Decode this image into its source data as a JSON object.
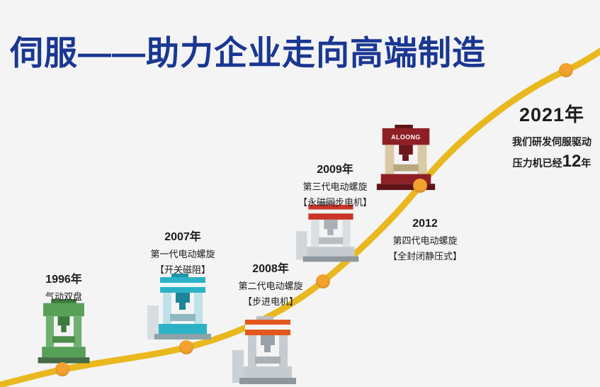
{
  "title": "伺服——助力企业走向高端制造",
  "milestones": [
    {
      "year": "1996年",
      "line1": "气动双盘"
    },
    {
      "year": "2007年",
      "line1": "第一代电动螺旋",
      "line2": "【开关磁阻】"
    },
    {
      "year": "2008年",
      "line1": "第二代电动螺旋",
      "line2": "【步进电机】"
    },
    {
      "year": "2009年",
      "line1": "第三代电动螺旋",
      "line2": "【永磁同步电机】"
    },
    {
      "year": "2012",
      "line1": "第四代电动螺旋",
      "line2": "【全封闭静压式】"
    },
    {
      "year": "2021年",
      "line1": "我们研发伺服驱动",
      "line2_prefix": "压力机已经",
      "line2_num": "12",
      "line2_suffix": "年"
    }
  ],
  "machines": [
    {
      "name": "pneumatic-double-disc-press",
      "color": "#58a058"
    },
    {
      "name": "gen1-switched-reluctance-press",
      "color": "#2cb2c6"
    },
    {
      "name": "gen2-stepper-motor-press",
      "color": "#e2571e"
    },
    {
      "name": "gen3-pm-synchronous-press",
      "color": "#c93528"
    },
    {
      "name": "gen4-enclosed-static-pressure-press",
      "color": "#8e2025",
      "label": "ALOONG"
    }
  ],
  "colors": {
    "title": "#1a3791",
    "curve": "#e9b81e",
    "dot": "#f2a22e",
    "background": "#f4f4f5"
  }
}
